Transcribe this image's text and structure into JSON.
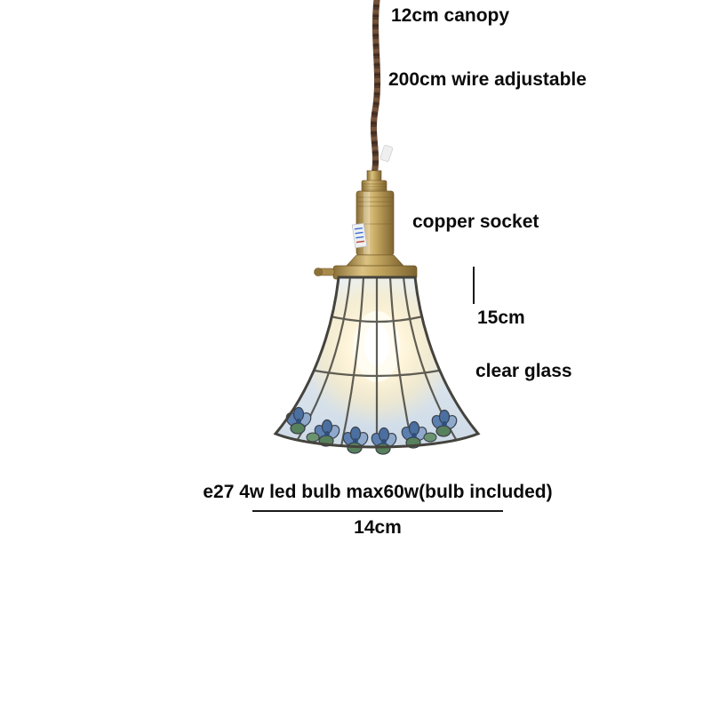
{
  "product": {
    "name": "stained glass pendant lamp with copper socket"
  },
  "annotations": {
    "canopy": "12cm canopy",
    "wire": "200cm wire adjustable",
    "socket": "copper socket",
    "shade_height": "15cm",
    "shade_material": "clear glass",
    "bulb_spec": "e27 4w led bulb max60w(bulb included)",
    "shade_width": "14cm"
  },
  "colors": {
    "background": "#ffffff",
    "text": "#0b0b0b",
    "wire_brown": "#53392a",
    "brass": "#c2a55e",
    "brass_dark": "#7d6330",
    "glass_tint": "#dde6ee",
    "lead_line": "#45433d",
    "petal_blue": "#5b7fb0",
    "petal_light": "#8fa9cc",
    "leaf_green": "#57805c",
    "glow_warm": "#ffedbd"
  }
}
